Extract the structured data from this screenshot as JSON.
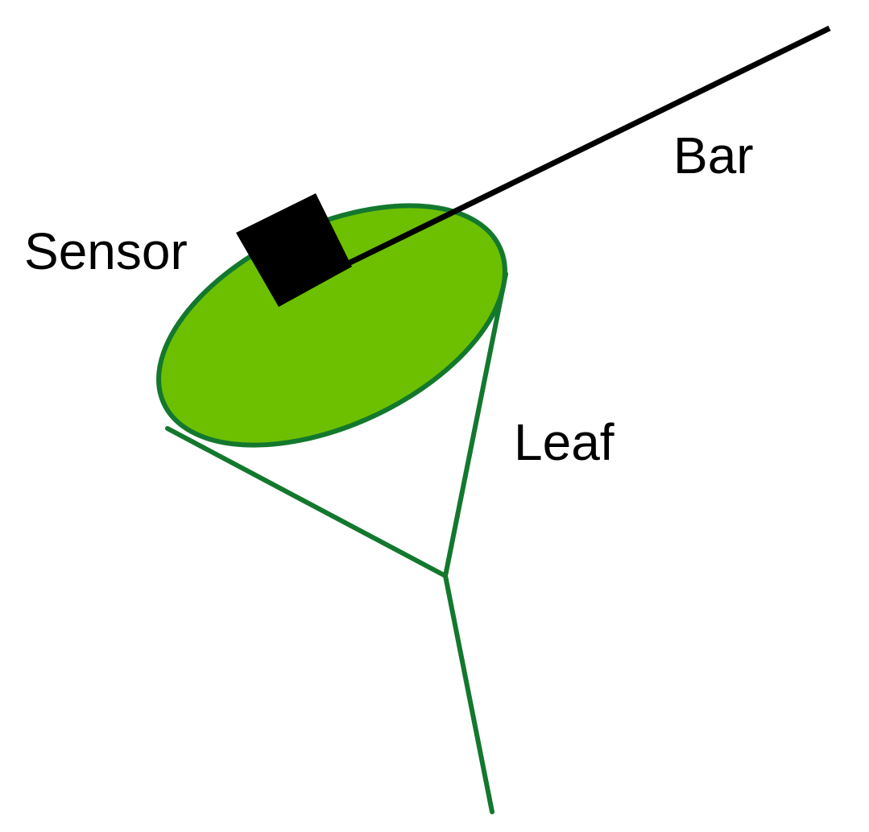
{
  "labels": {
    "bar": "Bar",
    "sensor": "Sensor",
    "leaf": "Leaf"
  },
  "colors": {
    "leaf_fill": "#6cc000",
    "leaf_stroke": "#13782e",
    "sensor": "#000000",
    "bar": "#000000",
    "background": "#ffffff"
  }
}
